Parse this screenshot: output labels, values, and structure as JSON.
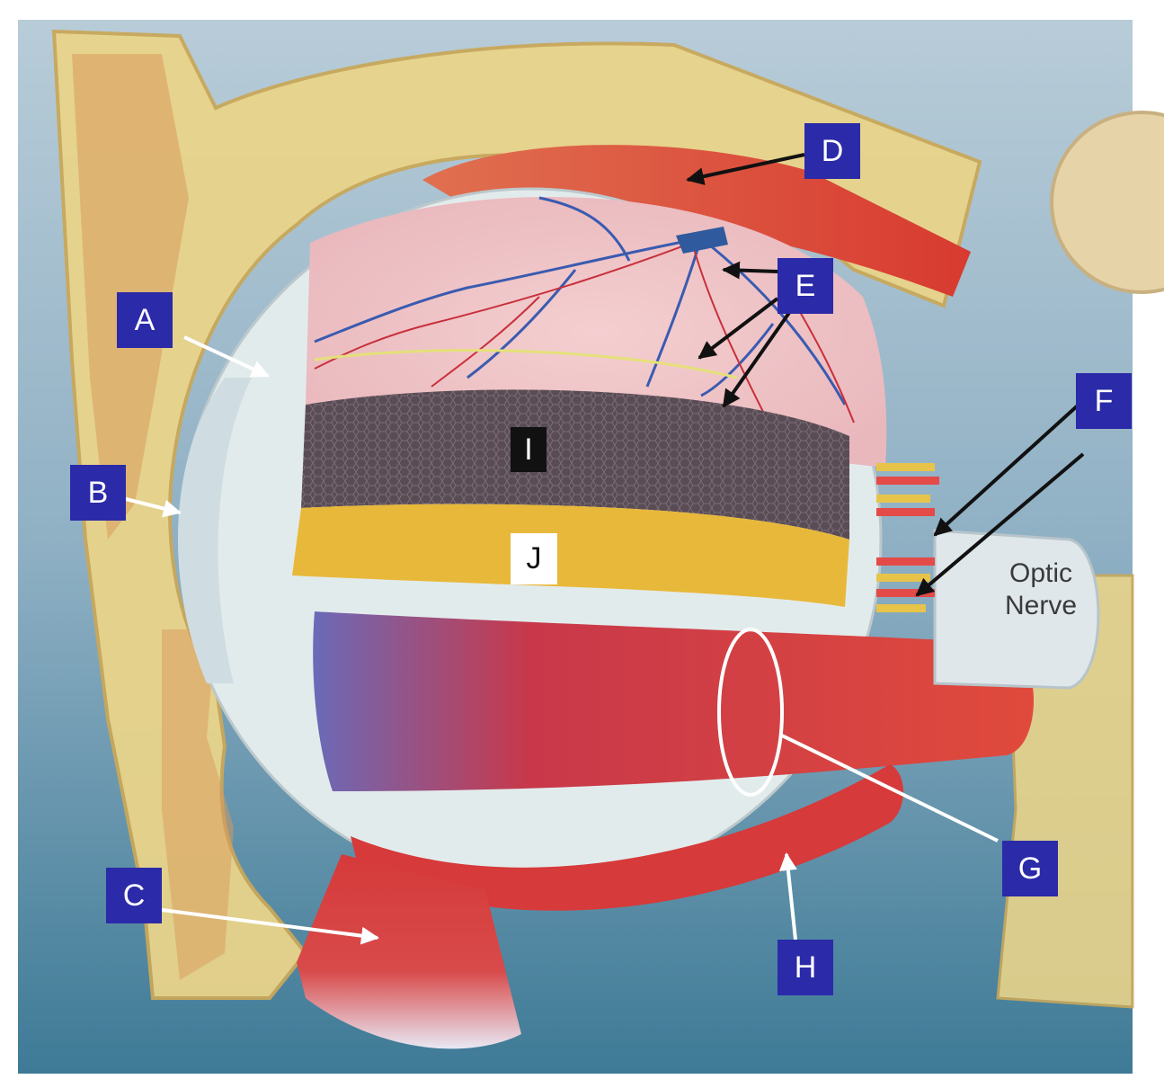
{
  "labels": {
    "A": "A",
    "B": "B",
    "C": "C",
    "D": "D",
    "E": "E",
    "F": "F",
    "G": "G",
    "H": "H",
    "I": "I",
    "J": "J"
  },
  "optic_nerve": {
    "line1": "Optic",
    "line2": "Nerve"
  },
  "colors": {
    "label_box": "#2b2aa8",
    "label_box_dark": "#111111",
    "muscle": "#d63a3a",
    "sclera": "#e6eeee",
    "choroid": "#5a4c55",
    "retina_layer": "#e8b83a",
    "background": "#8fb3c6"
  }
}
